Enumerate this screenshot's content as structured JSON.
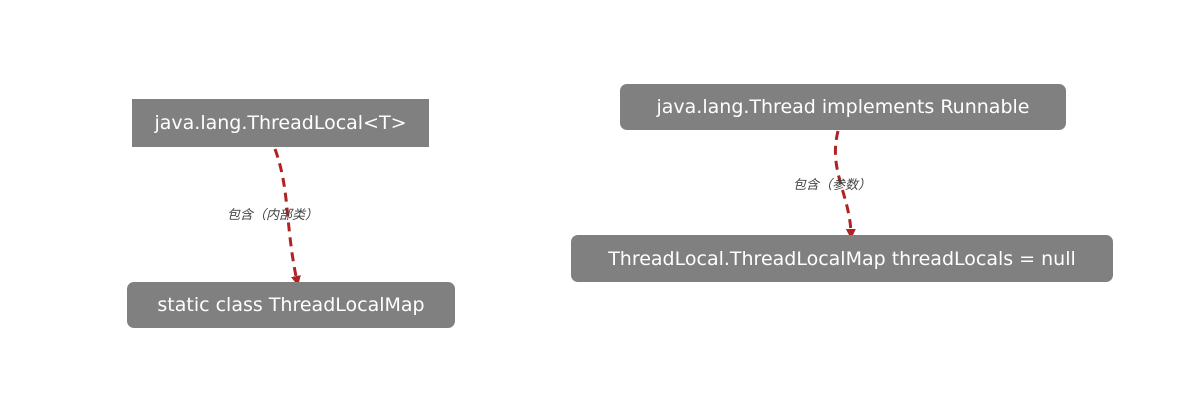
{
  "nodes": {
    "threadlocal": "java.lang.ThreadLocal<T>",
    "threadlocal_map": "static class ThreadLocalMap",
    "thread": "java.lang.Thread  implements Runnable",
    "threadlocals_field": "ThreadLocal.ThreadLocalMap threadLocals = null"
  },
  "edges": {
    "left_label": "包含（内部类）",
    "right_label": "包含（参数）"
  },
  "colors": {
    "node_fill": "#808080",
    "node_text": "#ffffff",
    "arrow": "#b22222"
  }
}
